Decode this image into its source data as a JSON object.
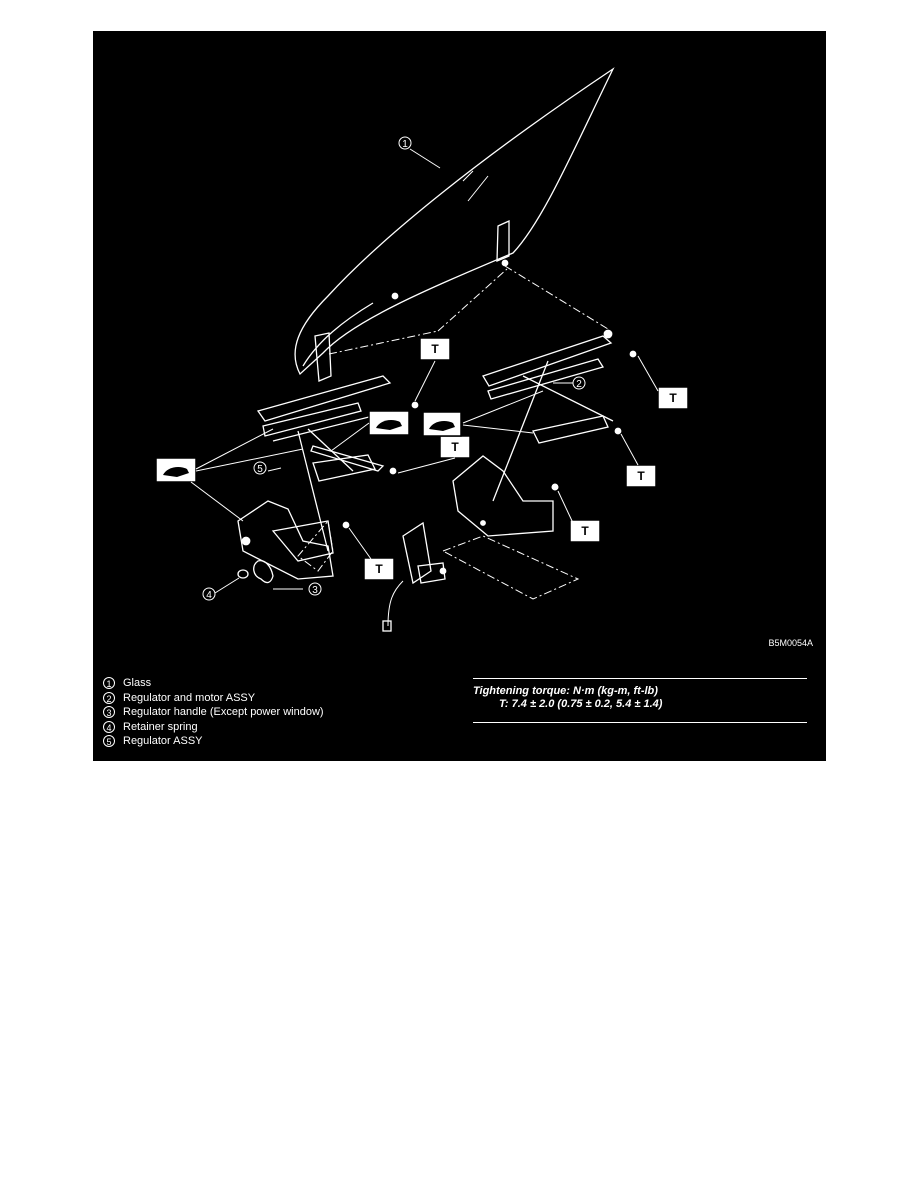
{
  "figure_code": "B5M0054A",
  "torque_symbol": "T",
  "legend": [
    {
      "number": "1",
      "label": "Glass"
    },
    {
      "number": "2",
      "label": "Regulator and motor ASSY"
    },
    {
      "number": "3",
      "label": "Regulator handle (Except power window)"
    },
    {
      "number": "4",
      "label": "Retainer spring"
    },
    {
      "number": "5",
      "label": "Regulator ASSY"
    }
  ],
  "torque": {
    "title": "Tightening torque: N·m (kg-m, ft-lb)",
    "value": "T: 7.4 ± 2.0 (0.75 ± 0.2, 5.4 ± 1.4)"
  },
  "callouts": [
    "1",
    "2",
    "3",
    "4",
    "5"
  ],
  "icons": [
    "grease-icon"
  ]
}
